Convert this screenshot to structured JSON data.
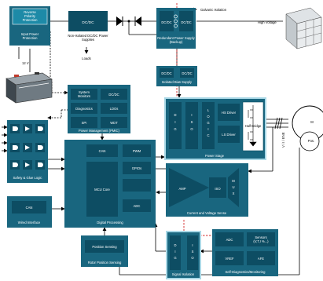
{
  "blocks": {
    "reverse_polarity": "Reverse Polarity Protection",
    "reverse_polarity_lines": [
      "Reverse",
      "Polarity",
      "Protection"
    ],
    "input_power_protection": "Input Power Protection",
    "input_power_protection_lines": [
      "Input Power",
      "Protection"
    ],
    "dcdc_label": "DC/DC",
    "non_isolated_dcdc": "Non-Isolated DC/DC Power Supplies",
    "non_isolated_dcdc_lines": [
      "Non-Isolated DC/DC Power",
      "Supplies"
    ],
    "loads": "Loads",
    "redundant_power": "Redundant Power Supply (Backup)",
    "redundant_power_lines": [
      "Redundant Power Supply",
      "(Backup)"
    ],
    "isolated_bias": "Isolated Bias Supply",
    "galvanic_isolation": "Galvanic Isolation",
    "high_voltage": "High Voltage",
    "battery_voltage": "12 V",
    "pmic_items": [
      "System Monitors",
      "DC/DC",
      "Diagnostics",
      "LDOs",
      "SPI",
      "WDT"
    ],
    "system_monitors_lines": [
      "System",
      "Monitors"
    ],
    "pmic_caption": "Power Management (PMIC)",
    "safety_glue": "Safety & Glue Logic",
    "can_label": "CAN",
    "pwm_label": "PWM",
    "mcu_core": "MCU Core",
    "gpios": "GPIOs",
    "adc": "ADC",
    "digital_processing": "Digital Processing",
    "wired_interface": "Wired Interface",
    "power_stage": "Power Stage",
    "iso_letters": "ISO",
    "dig_letters": "DIG",
    "logic_letters": "LOGIC",
    "hs_driver": "HS Driver",
    "ls_driver": "LS Driver",
    "half_bridge": "Half Bridge",
    "phase_labels": "V / I / ENE",
    "motor": "M",
    "position_sensor": "Pos.",
    "amp": "AMP",
    "iso_small": "ISO",
    "current_voltage_sense": "Current and Voltage Sense",
    "position_sensing_block": "Position Sensing",
    "rotor_position_sensing": "Rotor Position Sensing",
    "signal_isolation": "Signal Isolation",
    "adc2": "ADC",
    "sensors": "Sensors (V,T,I %...)",
    "sensors_lines": [
      "Sensors",
      "(V,T,I %...)"
    ],
    "vref": "VREF",
    "afe": "AFE",
    "self_diag": "Self-Diagnostics/Monitoring"
  },
  "colors": {
    "dark_teal": "#0d4d63",
    "teal": "#19667f",
    "bright_teal": "#1d8aa7",
    "light_teal_fill": "#a9d8e6",
    "red_dashed": "#d42b2b",
    "isolation_red": "#c0392b",
    "page_bg": "#ffffff"
  },
  "icons": [
    "battery-icon",
    "high-voltage-battery-icon",
    "motor-icon",
    "diode-icon",
    "transformer-icon",
    "logic-gate-icon"
  ]
}
